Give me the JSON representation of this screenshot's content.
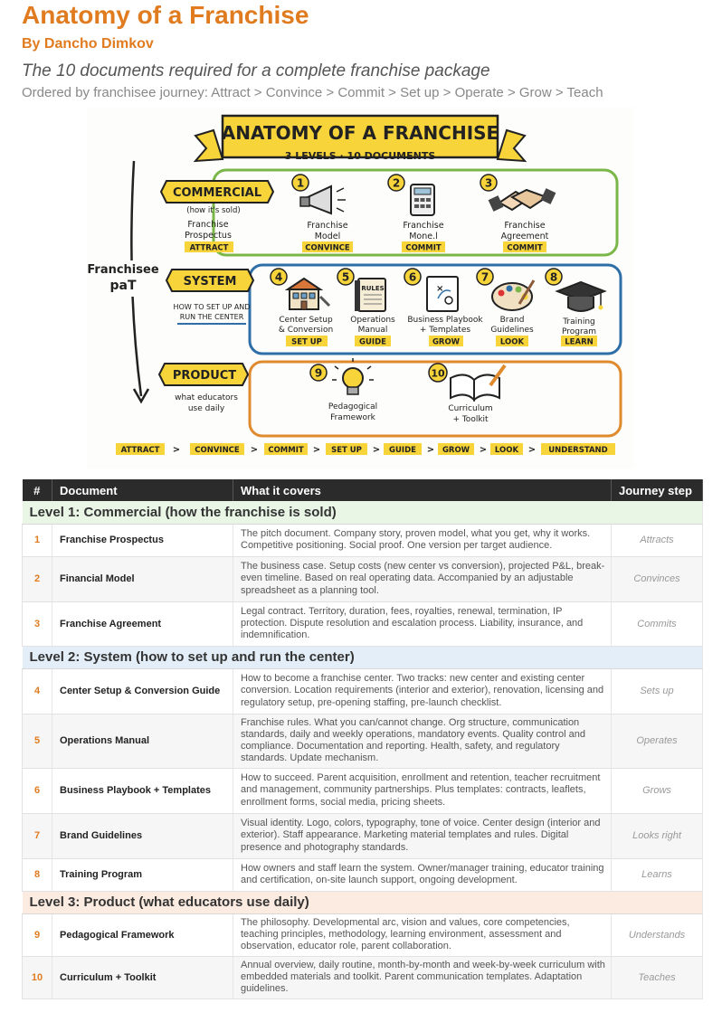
{
  "header": {
    "title": "Anatomy of a Franchise",
    "author": "By Dancho Dimkov",
    "subtitle": "The 10 documents required for a complete franchise package",
    "journey": "Ordered by franchisee journey: Attract > Convince > Commit > Set up > Operate > Grow > Teach"
  },
  "sketch": {
    "banner_title": "ANATOMY OF A FRANCHISE",
    "banner_sub": "3 LEVELS · 10 DOCUMENTS",
    "side_label_1": "Franchisee",
    "side_label_2": "paT",
    "levels": [
      {
        "name": "COMMERCIAL",
        "desc_1": "(how it's sold)",
        "desc_2": "",
        "color": "#7ab648"
      },
      {
        "name": "SYSTEM",
        "desc_1": "HOW TO SET UP AND",
        "desc_2": "RUN THE CENTER",
        "color": "#2f6fa8"
      },
      {
        "name": "PRODUCT",
        "desc_1": "what educators",
        "desc_2": "use daily",
        "color": "#e08a2e"
      }
    ],
    "commercial_extra": {
      "line_1": "Franchise",
      "line_2": "Prospectus",
      "tag": "ATTRACT"
    },
    "items": [
      {
        "num": "1",
        "line_1": "Franchise",
        "line_2": "Model",
        "tag": "CONVINCE",
        "icon": "megaphone-icon"
      },
      {
        "num": "2",
        "line_1": "Franchise",
        "line_2": "Mone.l",
        "tag": "COMMIT",
        "icon": "calculator-icon"
      },
      {
        "num": "3",
        "line_1": "Franchise",
        "line_2": "Agreement",
        "tag": "COMMIT",
        "icon": "handshake-icon"
      },
      {
        "num": "4",
        "line_1": "Center Setup",
        "line_2": "& Conversion",
        "tag": "SET UP",
        "icon": "building-icon"
      },
      {
        "num": "5",
        "line_1": "Operations",
        "line_2": "Manual",
        "tag": "GUIDE",
        "icon": "rulebook-icon",
        "icon_text": "RULES"
      },
      {
        "num": "6",
        "line_1": "Business Playbook",
        "line_2": "+ Templates",
        "tag": "GROW",
        "icon": "playbook-icon"
      },
      {
        "num": "7",
        "line_1": "Brand",
        "line_2": "Guidelines",
        "tag": "LOOK",
        "icon": "palette-icon"
      },
      {
        "num": "8",
        "line_1": "Training",
        "line_2": "Program",
        "tag": "LEARN",
        "icon": "graduation-cap-icon"
      },
      {
        "num": "9",
        "line_1": "Pedagogical",
        "line_2": "Framework",
        "tag": "",
        "icon": "lightbulb-icon"
      },
      {
        "num": "10",
        "line_1": "Curriculum",
        "line_2": "+ Toolkit",
        "tag": "",
        "icon": "open-book-icon"
      }
    ],
    "journey_steps": [
      "ATTRACT",
      "CONVINCE",
      "COMMIT",
      "SET UP",
      "GUIDE",
      "GROW",
      "LOOK",
      "UNDERSTAND"
    ]
  },
  "table": {
    "headers": {
      "num": "#",
      "document": "Document",
      "covers": "What it covers",
      "step": "Journey step"
    },
    "level_1": "Level 1: Commercial (how the franchise is sold)",
    "level_2": "Level 2: System (how to set up and run the center)",
    "level_3": "Level 3: Product (what educators use daily)",
    "rows": [
      {
        "num": "1",
        "document": "Franchise Prospectus",
        "covers": "The pitch document. Company story, proven model, what you get, why it works. Competitive positioning. Social proof. One version per target audience.",
        "step": "Attracts"
      },
      {
        "num": "2",
        "document": "Financial Model",
        "covers": "The business case. Setup costs (new center vs conversion), projected P&L, break-even timeline. Based on real operating data. Accompanied by an adjustable spreadsheet as a planning tool.",
        "step": "Convinces"
      },
      {
        "num": "3",
        "document": "Franchise Agreement",
        "covers": "Legal contract. Territory, duration, fees, royalties, renewal, termination, IP protection. Dispute resolution and escalation process. Liability, insurance, and indemnification.",
        "step": "Commits"
      },
      {
        "num": "4",
        "document": "Center Setup & Conversion Guide",
        "covers": "How to become a franchise center. Two tracks: new center and existing center conversion. Location requirements (interior and exterior), renovation, licensing and regulatory setup, pre-opening staffing, pre-launch checklist.",
        "step": "Sets up"
      },
      {
        "num": "5",
        "document": "Operations Manual",
        "covers": "Franchise rules. What you can/cannot change. Org structure, communication standards, daily and weekly operations, mandatory events. Quality control and compliance. Documentation and reporting. Health, safety, and regulatory standards. Update mechanism.",
        "step": "Operates"
      },
      {
        "num": "6",
        "document": "Business Playbook + Templates",
        "covers": "How to succeed. Parent acquisition, enrollment and retention, teacher recruitment and management, community partnerships. Plus templates: contracts, leaflets, enrollment forms, social media, pricing sheets.",
        "step": "Grows"
      },
      {
        "num": "7",
        "document": "Brand Guidelines",
        "covers": "Visual identity. Logo, colors, typography, tone of voice. Center design (interior and exterior). Staff appearance. Marketing material templates and rules. Digital presence and photography standards.",
        "step": "Looks right"
      },
      {
        "num": "8",
        "document": "Training Program",
        "covers": "How owners and staff learn the system. Owner/manager training, educator training and certification, on-site launch support, ongoing development.",
        "step": "Learns"
      },
      {
        "num": "9",
        "document": "Pedagogical Framework",
        "covers": "The philosophy. Developmental arc, vision and values, core competencies, teaching principles, methodology, learning environment, assessment and observation, educator role, parent collaboration.",
        "step": "Understands"
      },
      {
        "num": "10",
        "document": "Curriculum + Toolkit",
        "covers": "Annual overview, daily routine, month-by-month and week-by-week curriculum with embedded materials and toolkit. Parent communication templates. Adaptation guidelines.",
        "step": "Teaches"
      }
    ]
  },
  "colors": {
    "accent": "#e07b1f",
    "highlight": "#f7d43a",
    "dark_header": "#2b2b2b"
  }
}
